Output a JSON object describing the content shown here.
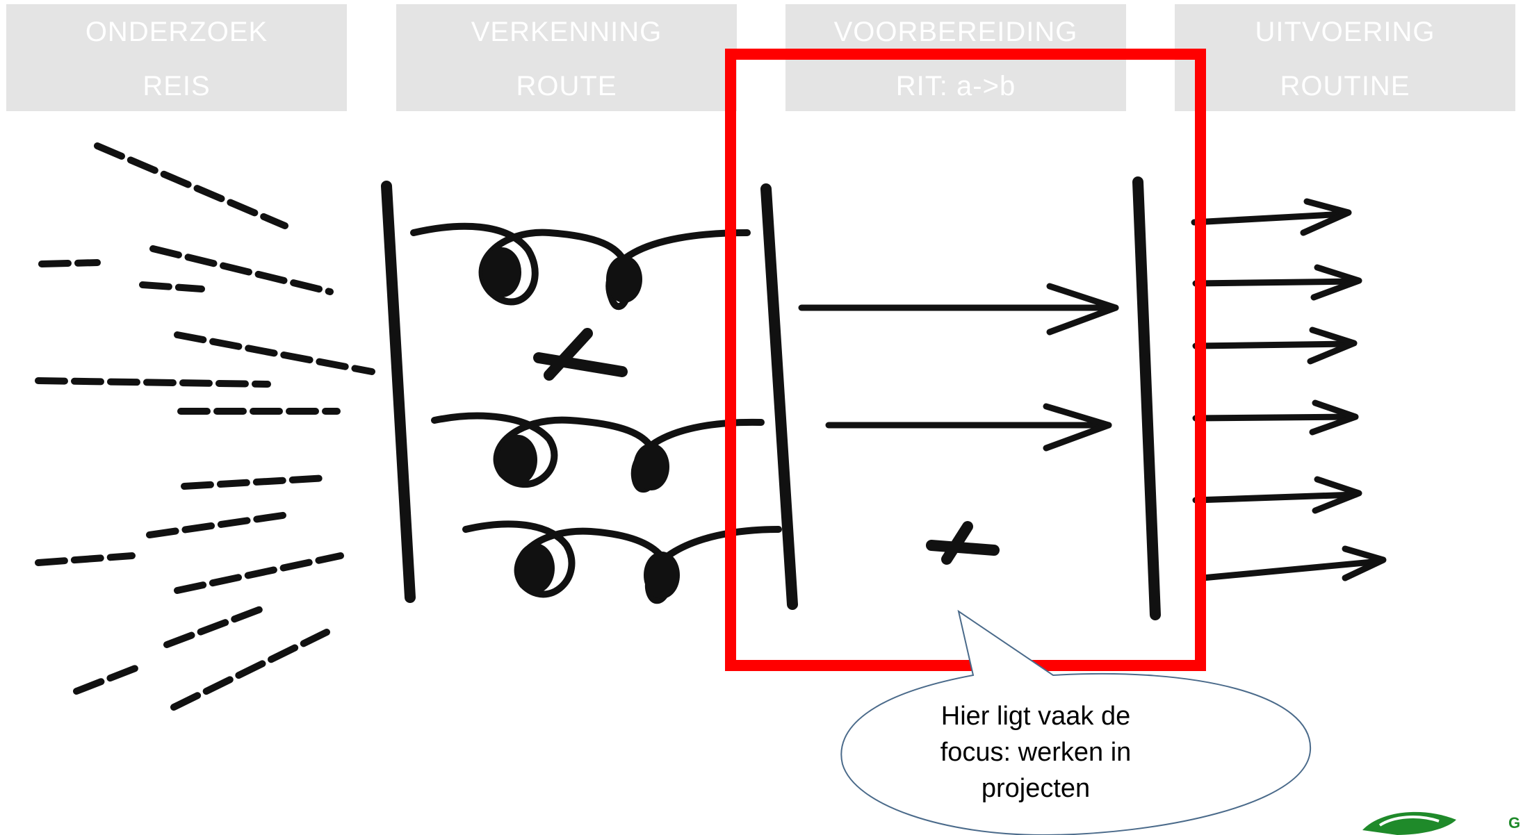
{
  "phases": [
    {
      "line1": "ONDERZOEK",
      "line2": "REIS"
    },
    {
      "line1": "VERKENNING",
      "line2": "ROUTE"
    },
    {
      "line1": "VOORBEREIDING",
      "line2": "RIT: a->b"
    },
    {
      "line1": "UITVOERING",
      "line2": "ROUTINE"
    }
  ],
  "callout": {
    "text": "Hier ligt vaak de focus: werken in projecten"
  },
  "logo": {
    "letter": "G"
  },
  "colors": {
    "highlight": "#ff0000",
    "ink": "#111111",
    "phase_bg": "#e4e4e4",
    "callout_border": "#4a6a8a",
    "logo": "#1f8a2a"
  }
}
